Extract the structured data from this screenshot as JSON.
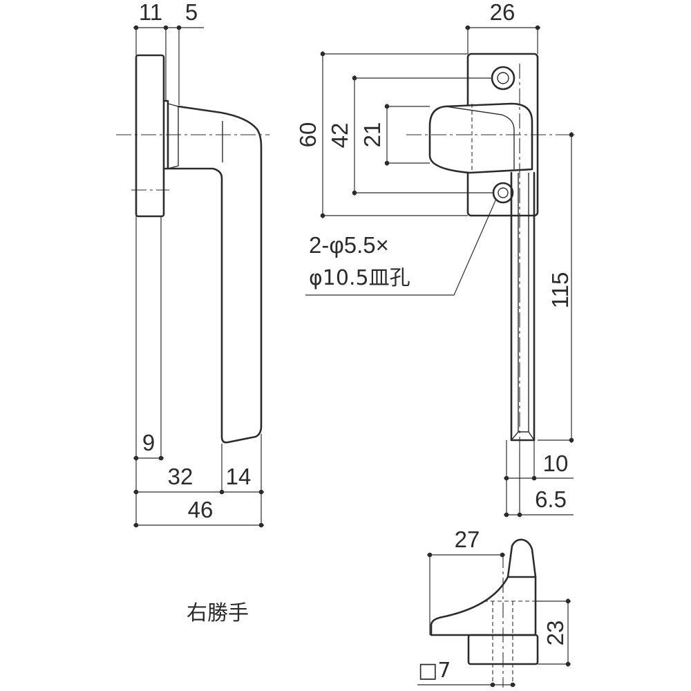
{
  "dimensions": {
    "side_thickness": "11",
    "side_gap": "5",
    "side_base_to_grip": "9",
    "side_width_lower": "32",
    "side_grip_width": "14",
    "side_total_width": "46",
    "top_width": "26",
    "plate_height": "60",
    "hole_pitch": "42",
    "knob_height": "21",
    "arm_length": "115",
    "arm_width": "10",
    "arm_offset": "6.5",
    "detail_width": "27",
    "detail_height": "23",
    "detail_square": "□7"
  },
  "annotation": {
    "line1": "2-φ5.5×",
    "line2": "φ10.5皿孔"
  },
  "hand_label": "右勝手"
}
